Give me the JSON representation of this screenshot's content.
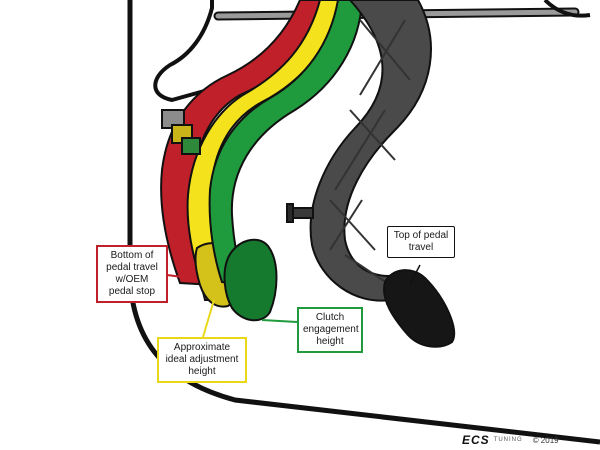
{
  "labels": {
    "top_of_travel": "Top of pedal travel",
    "bottom_of_travel": "Bottom of pedal travel w/OEM pedal stop",
    "approximate_ideal": "Approximate ideal adjustment height",
    "clutch_engagement": "Clutch engagement height"
  },
  "brand": {
    "logo": "ECS",
    "sub": "TUNING",
    "copyright": "© 2019"
  },
  "colors": {
    "red": "#c0202a",
    "yellow": "#f3e21c",
    "green": "#1f9a3d",
    "dark_green": "#157a2e",
    "pedal_gray": "#4a4a4a",
    "pedal_black": "#161616",
    "outline": "#111111"
  }
}
